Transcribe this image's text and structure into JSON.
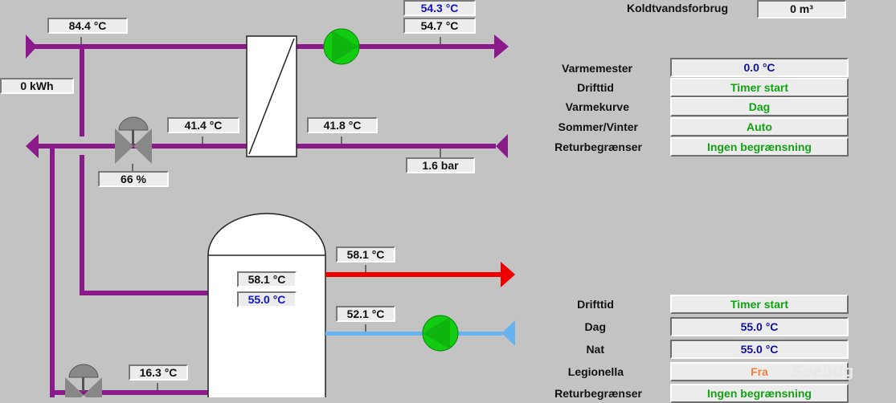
{
  "top": {
    "supply_temp_left": "84.4 °C",
    "supply_setpoint": "54.3 °C",
    "supply_temp_right": "54.7 °C",
    "energy": "0 kWh",
    "return_temp_valve": "41.4 °C",
    "return_temp_hx": "41.8 °C",
    "pressure": "1.6 bar",
    "valve_opening": "66 %"
  },
  "tank": {
    "temp_top": "58.1 °C",
    "temp_setpoint": "55.0 °C",
    "hot_out_temp": "58.1 °C",
    "circulation_temp": "52.1 °C",
    "bottom_inlet_temp": "16.3 °C"
  },
  "heating_panel": {
    "cold_water_label": "Koldtvandsforbrug",
    "cold_water_value": "0 m³",
    "rows": [
      {
        "label": "Varmemester",
        "value": "0.0 °C"
      },
      {
        "label": "Drifttid",
        "value": "Timer start"
      },
      {
        "label": "Varmekurve",
        "value": "Dag"
      },
      {
        "label": "Sommer/Vinter",
        "value": "Auto"
      },
      {
        "label": "Returbegrænser",
        "value": "Ingen begrænsning"
      }
    ]
  },
  "water_panel": {
    "rows": [
      {
        "label": "Drifttid",
        "value": "Timer start"
      },
      {
        "label": "Dag",
        "value": "55.0 °C"
      },
      {
        "label": "Nat",
        "value": "55.0 °C"
      },
      {
        "label": "Legionella",
        "value": "Fra"
      },
      {
        "label": "Returbegrænser",
        "value": "Ingen begrænsning"
      }
    ]
  },
  "watermark": "Seebug",
  "colors": {
    "background": "#c3c3c3",
    "district_pipe": "#8a1a8a",
    "hot_water_pipe": "#ee0000",
    "circulation_pipe": "#66b3f0",
    "pump": "#11cc11",
    "valve": "#888888"
  }
}
